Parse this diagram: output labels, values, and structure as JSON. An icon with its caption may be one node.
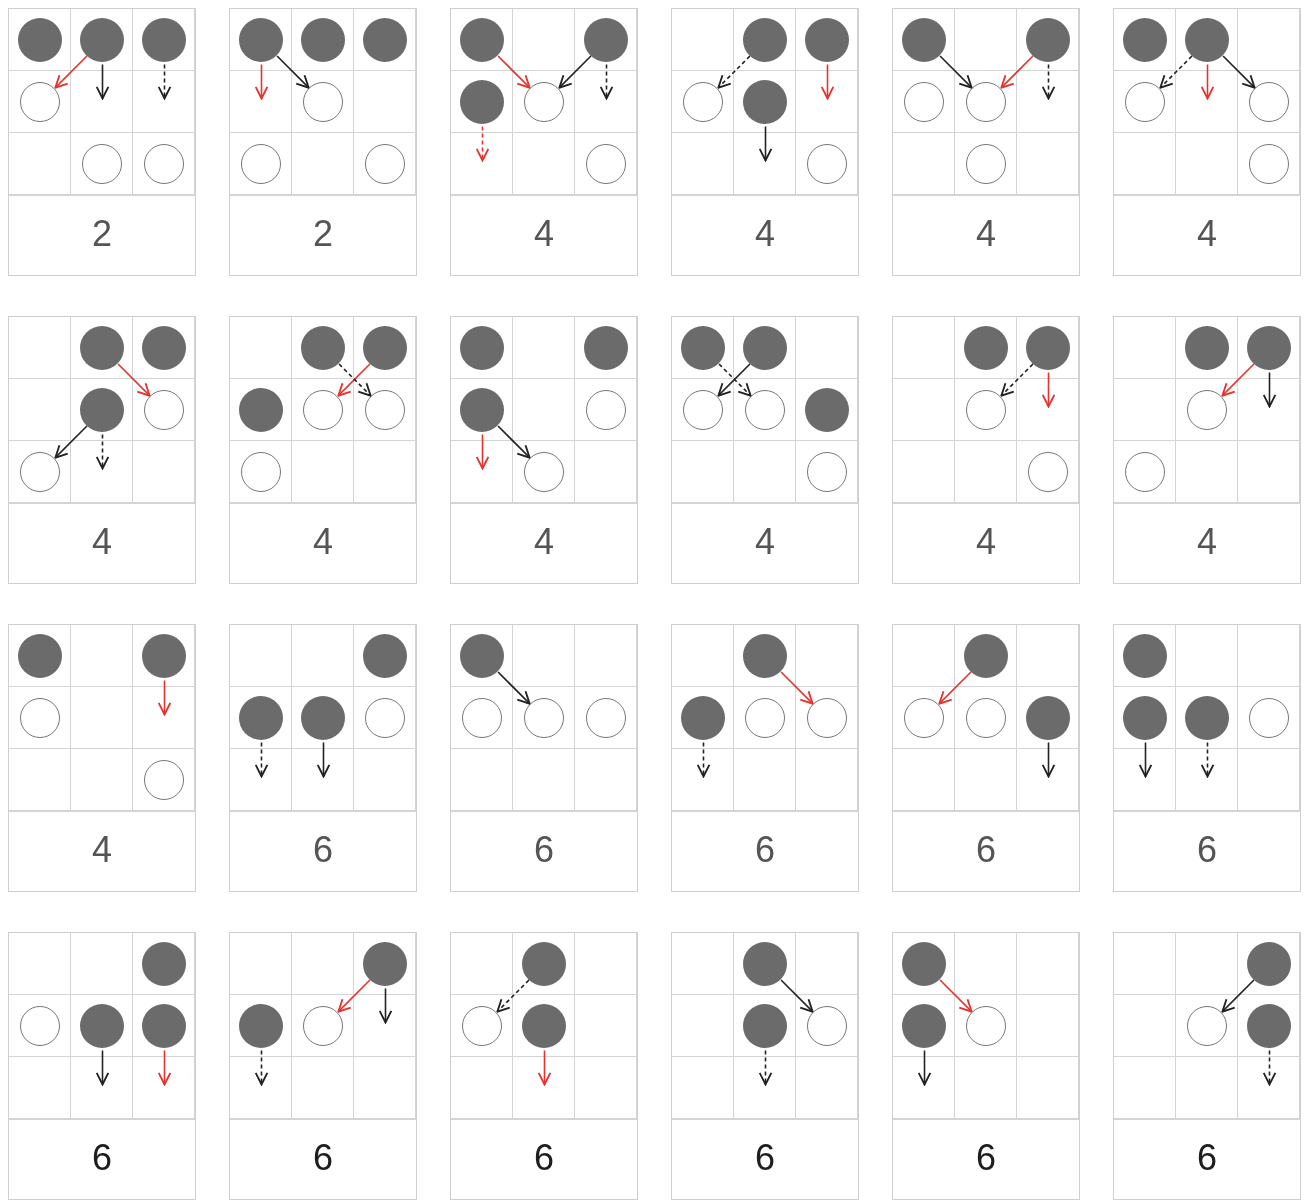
{
  "diagram": {
    "nodes": [
      {
        "text": [
          "2"
        ]
      },
      {
        "text": [],
        "shape": "dot",
        "in": 0
      },
      {
        "text": [],
        "shape": "dot",
        "in": 0
      },
      {
        "text": [],
        "shape": "dot",
        "in": 0
      },
      {
        "text": [],
        "shape": "circle",
        "in": 0
      },
      {
        "text": [],
        "shape": "circle",
        "in": 0
      },
      {
        "text": [],
        "shape": "circle",
        "in": 0
      },
      {
        "text": [
          "2"
        ]
      },
      {
        "text": [],
        "shape": "dot",
        "in": 7
      },
      {
        "text": [],
        "shape": "dot",
        "in": 7
      },
      {
        "text": [],
        "shape": "dot",
        "in": 7
      },
      {
        "text": [],
        "shape": "circle",
        "in": 7
      },
      {
        "text": [],
        "shape": "circle",
        "in": 7
      },
      {
        "text": [],
        "shape": "circle",
        "in": 7
      },
      {
        "text": [
          "4"
        ]
      },
      {
        "text": [],
        "shape": "dot",
        "in": 14
      },
      {
        "text": [],
        "shape": "dot",
        "in": 14
      },
      {
        "text": [],
        "shape": "dot",
        "in": 14
      },
      {
        "text": [],
        "shape": "circle",
        "in": 14
      },
      {
        "text": [],
        "shape": "circle",
        "in": 14
      },
      {
        "text": [
          "4"
        ]
      },
      {
        "text": [],
        "shape": "dot",
        "in": 20
      },
      {
        "text": [],
        "shape": "dot",
        "in": 20
      },
      {
        "text": [],
        "shape": "circle",
        "in": 20
      },
      {
        "text": [],
        "shape": "dot",
        "in": 20
      },
      {
        "text": [],
        "shape": "circle",
        "in": 20
      },
      {
        "text": [
          "4"
        ]
      },
      {
        "text": [],
        "shape": "dot",
        "in": 26
      },
      {
        "text": [],
        "shape": "dot",
        "in": 26
      },
      {
        "text": [],
        "shape": "circle",
        "in": 26
      },
      {
        "text": [],
        "shape": "circle",
        "in": 26
      },
      {
        "text": [],
        "shape": "circle",
        "in": 26
      },
      {
        "text": [
          "4"
        ]
      },
      {
        "text": [],
        "shape": "dot",
        "in": 32
      },
      {
        "text": [],
        "shape": "dot",
        "in": 32
      },
      {
        "text": [],
        "shape": "circle",
        "in": 32
      },
      {
        "text": [],
        "shape": "circle",
        "in": 32
      },
      {
        "text": [],
        "shape": "circle",
        "in": 32
      },
      {
        "text": [
          "4"
        ]
      },
      {
        "text": [],
        "shape": "dot",
        "in": 38
      },
      {
        "text": [],
        "shape": "dot",
        "in": 38
      },
      {
        "text": [],
        "shape": "dot",
        "in": 38
      },
      {
        "text": [],
        "shape": "circle",
        "in": 38
      },
      {
        "text": [],
        "shape": "circle",
        "in": 38
      },
      {
        "text": [
          "4"
        ]
      },
      {
        "text": [],
        "shape": "dot",
        "in": 44
      },
      {
        "text": [],
        "shape": "dot",
        "in": 44
      },
      {
        "text": [],
        "shape": "dot",
        "in": 44
      },
      {
        "text": [],
        "shape": "circle",
        "in": 44
      },
      {
        "text": [],
        "shape": "circle",
        "in": 44
      },
      {
        "text": [],
        "shape": "circle",
        "in": 44
      },
      {
        "text": [
          "4"
        ]
      },
      {
        "text": [],
        "shape": "dot",
        "in": 51
      },
      {
        "text": [],
        "shape": "dot",
        "in": 51
      },
      {
        "text": [],
        "shape": "dot",
        "in": 51
      },
      {
        "text": [],
        "shape": "circle",
        "in": 51
      },
      {
        "text": [],
        "shape": "circle",
        "in": 51
      },
      {
        "text": [
          "4"
        ]
      },
      {
        "text": [],
        "shape": "dot",
        "in": 57
      },
      {
        "text": [],
        "shape": "dot",
        "in": 57
      },
      {
        "text": [],
        "shape": "circle",
        "in": 57
      },
      {
        "text": [],
        "shape": "circle",
        "in": 57
      },
      {
        "text": [],
        "shape": "dot",
        "in": 57
      },
      {
        "text": [],
        "shape": "circle",
        "in": 57
      },
      {
        "text": [
          "4"
        ]
      },
      {
        "text": [],
        "shape": "dot",
        "in": 64
      },
      {
        "text": [],
        "shape": "dot",
        "in": 64
      },
      {
        "text": [],
        "shape": "circle",
        "in": 64
      },
      {
        "text": [],
        "shape": "circle",
        "in": 64
      },
      {
        "text": [
          "4"
        ]
      },
      {
        "text": [],
        "shape": "dot",
        "in": 69
      },
      {
        "text": [],
        "shape": "dot",
        "in": 69
      },
      {
        "text": [],
        "shape": "circle",
        "in": 69
      },
      {
        "text": [],
        "shape": "circle",
        "in": 69
      },
      {
        "text": [
          "4"
        ]
      },
      {
        "text": [],
        "shape": "dot",
        "in": 74
      },
      {
        "text": [],
        "shape": "dot",
        "in": 74
      },
      {
        "text": [],
        "shape": "circle",
        "in": 74
      },
      {
        "text": [],
        "shape": "circle",
        "in": 74
      },
      {
        "text": [
          "6"
        ]
      },
      {
        "text": [],
        "shape": "dot",
        "in": 79
      },
      {
        "text": [],
        "shape": "dot",
        "in": 79
      },
      {
        "text": [],
        "shape": "dot",
        "in": 79
      },
      {
        "text": [],
        "shape": "circle",
        "in": 79
      },
      {
        "text": [
          "6"
        ]
      },
      {
        "text": [],
        "shape": "dot",
        "in": 84
      },
      {
        "text": [],
        "shape": "circle",
        "in": 84
      },
      {
        "text": [],
        "shape": "circle",
        "in": 84
      },
      {
        "text": [],
        "shape": "circle",
        "in": 84
      },
      {
        "text": [
          "6"
        ]
      },
      {
        "text": [],
        "shape": "dot",
        "in": 89
      },
      {
        "text": [],
        "shape": "dot",
        "in": 89
      },
      {
        "text": [],
        "shape": "circle",
        "in": 89
      },
      {
        "text": [],
        "shape": "circle",
        "in": 89
      },
      {
        "text": [
          "6"
        ]
      },
      {
        "text": [],
        "shape": "dot",
        "in": 94
      },
      {
        "text": [],
        "shape": "circle",
        "in": 94
      },
      {
        "text": [],
        "shape": "circle",
        "in": 94
      },
      {
        "text": [],
        "shape": "dot",
        "in": 94
      },
      {
        "text": [
          "6"
        ]
      },
      {
        "text": [],
        "shape": "dot",
        "in": 99
      },
      {
        "text": [],
        "shape": "dot",
        "in": 99
      },
      {
        "text": [],
        "shape": "dot",
        "in": 99
      },
      {
        "text": [],
        "shape": "circle",
        "in": 99
      },
      {
        "text": [
          "6"
        ]
      },
      {
        "text": [],
        "shape": "dot",
        "in": 104
      },
      {
        "text": [],
        "shape": "circle",
        "in": 104
      },
      {
        "text": [],
        "shape": "dot",
        "in": 104
      },
      {
        "text": [],
        "shape": "dot",
        "in": 104
      },
      {
        "text": [
          "6"
        ]
      },
      {
        "text": [],
        "shape": "dot",
        "in": 109
      },
      {
        "text": [],
        "shape": "dot",
        "in": 109
      },
      {
        "text": [],
        "shape": "circle",
        "in": 109
      },
      {
        "text": [
          "6"
        ]
      },
      {
        "text": [],
        "shape": "dot",
        "in": 113
      },
      {
        "text": [],
        "shape": "circle",
        "in": 113
      },
      {
        "text": [],
        "shape": "dot",
        "in": 113
      },
      {
        "text": [
          "6"
        ]
      },
      {
        "text": [],
        "shape": "dot",
        "in": 117
      },
      {
        "text": [],
        "shape": "dot",
        "in": 117
      },
      {
        "text": [],
        "shape": "circle",
        "in": 117
      },
      {
        "text": [
          "6"
        ]
      },
      {
        "text": [],
        "shape": "dot",
        "in": 121
      },
      {
        "text": [],
        "shape": "dot",
        "in": 121
      },
      {
        "text": [],
        "shape": "circle",
        "in": 121
      },
      {
        "text": [
          "6"
        ]
      },
      {
        "text": [],
        "shape": "dot",
        "in": 125
      },
      {
        "text": [],
        "shape": "circle",
        "in": 125
      },
      {
        "text": [],
        "shape": "dot",
        "in": 125
      }
    ],
    "edges": [
      {
        "from": 2,
        "to": 4,
        "arrow": "to",
        "color": "#e8322d"
      },
      {
        "from": 2,
        "to": null,
        "arrow": "to"
      },
      {
        "from": 3,
        "to": null,
        "arrow": "to",
        "style": "dashed"
      },
      {
        "from": 8,
        "to": null,
        "arrow": "to",
        "color": "#e8322d"
      },
      {
        "from": 8,
        "to": 11,
        "arrow": "to"
      },
      {
        "from": 15,
        "to": 18,
        "arrow": "to",
        "color": "#e8322d"
      },
      {
        "from": 16,
        "to": 18,
        "arrow": "to"
      },
      {
        "from": 16,
        "to": null,
        "arrow": "to",
        "style": "dashed"
      },
      {
        "from": 17,
        "to": null,
        "arrow": "to",
        "style": "dashed",
        "color": "#e8322d"
      },
      {
        "from": 21,
        "to": 23,
        "arrow": "to",
        "style": "dashed"
      },
      {
        "from": 22,
        "to": null,
        "arrow": "to",
        "color": "#e8322d"
      },
      {
        "from": 24,
        "to": null,
        "arrow": "to"
      },
      {
        "from": 27,
        "to": 30,
        "arrow": "to"
      },
      {
        "from": 28,
        "to": 30,
        "arrow": "to",
        "color": "#e8322d"
      },
      {
        "from": 28,
        "to": null,
        "arrow": "to",
        "style": "dashed"
      },
      {
        "from": 34,
        "to": 35,
        "arrow": "to",
        "style": "dashed"
      },
      {
        "from": 34,
        "to": null,
        "arrow": "to",
        "color": "#e8322d"
      },
      {
        "from": 34,
        "to": 36,
        "arrow": "to"
      },
      {
        "from": 39,
        "to": 42,
        "arrow": "to",
        "color": "#e8322d"
      },
      {
        "from": 41,
        "to": 43,
        "arrow": "to"
      },
      {
        "from": 41,
        "to": null,
        "arrow": "to",
        "style": "dashed"
      },
      {
        "from": 46,
        "to": 48,
        "arrow": "to",
        "color": "#e8322d"
      },
      {
        "from": 45,
        "to": 49,
        "arrow": "to",
        "style": "dashed"
      },
      {
        "from": 54,
        "to": null,
        "arrow": "to",
        "color": "#e8322d"
      },
      {
        "from": 54,
        "to": 56,
        "arrow": "to"
      },
      {
        "from": 59,
        "to": 60,
        "arrow": "to"
      },
      {
        "from": 58,
        "to": 61,
        "arrow": "to",
        "style": "dashed"
      },
      {
        "from": 66,
        "to": 67,
        "arrow": "to",
        "style": "dashed"
      },
      {
        "from": 66,
        "to": null,
        "arrow": "to",
        "color": "#e8322d"
      },
      {
        "from": 71,
        "to": 72,
        "arrow": "to",
        "color": "#e8322d"
      },
      {
        "from": 71,
        "to": null,
        "arrow": "to"
      },
      {
        "from": 76,
        "to": null,
        "arrow": "to",
        "color": "#e8322d"
      },
      {
        "from": 81,
        "to": null,
        "arrow": "to",
        "style": "dashed"
      },
      {
        "from": 82,
        "to": null,
        "arrow": "to"
      },
      {
        "from": 85,
        "to": 87,
        "arrow": "to"
      },
      {
        "from": 90,
        "to": 93,
        "arrow": "to",
        "color": "#e8322d"
      },
      {
        "from": 91,
        "to": null,
        "arrow": "to",
        "style": "dashed"
      },
      {
        "from": 95,
        "to": 96,
        "arrow": "to",
        "color": "#e8322d"
      },
      {
        "from": 98,
        "to": null,
        "arrow": "to"
      },
      {
        "from": 101,
        "to": null,
        "arrow": "to"
      },
      {
        "from": 102,
        "to": null,
        "arrow": "to",
        "style": "dashed"
      },
      {
        "from": 107,
        "to": null,
        "arrow": "to"
      },
      {
        "from": 108,
        "to": null,
        "arrow": "to",
        "color": "#e8322d"
      },
      {
        "from": 110,
        "to": 112,
        "arrow": "to",
        "color": "#e8322d"
      },
      {
        "from": 110,
        "to": null,
        "arrow": "to"
      },
      {
        "from": 111,
        "to": null,
        "arrow": "to",
        "style": "dashed"
      },
      {
        "from": 114,
        "to": 115,
        "arrow": "to",
        "style": "dashed"
      },
      {
        "from": 116,
        "to": null,
        "arrow": "to",
        "color": "#e8322d"
      },
      {
        "from": 118,
        "to": 120,
        "arrow": "to"
      },
      {
        "from": 119,
        "to": null,
        "arrow": "to",
        "style": "dashed"
      },
      {
        "from": 122,
        "to": 124,
        "arrow": "to",
        "color": "#e8322d"
      },
      {
        "from": 123,
        "to": null,
        "arrow": "to"
      },
      {
        "from": 126,
        "to": 127,
        "arrow": "to"
      },
      {
        "from": 128,
        "to": null,
        "arrow": "to",
        "style": "dashed"
      }
    ]
  }
}
